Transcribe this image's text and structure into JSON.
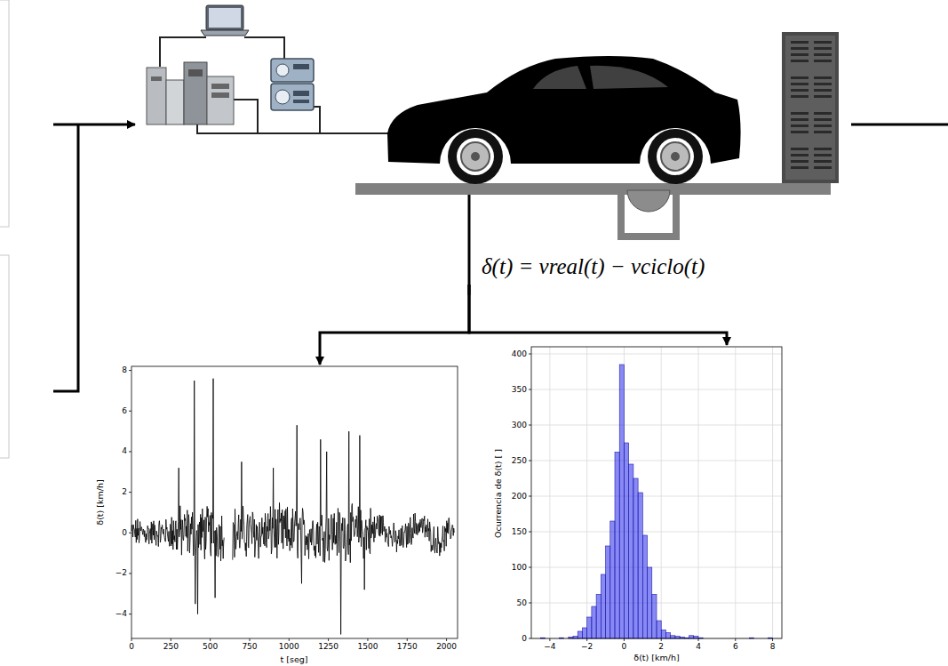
{
  "diagram": {
    "nodes": [
      {
        "text": [
          "δ(t) = vreal(t) − vciclo(t)"
        ]
      },
      {
        "text": [
          "δ(t) [km/h]",
          "t [seg]"
        ]
      },
      {
        "text": [
          "Ocurrencia de δ(t) [ ]",
          "δ(t) [km/h]"
        ]
      }
    ],
    "edges": [
      {
        "from": 0,
        "to": 1,
        "arrow": "to"
      },
      {
        "from": 0,
        "to": 2,
        "arrow": "to"
      }
    ],
    "labels": [
      "−4",
      "−2",
      "0",
      "2",
      "4",
      "6",
      "8",
      "0",
      "250",
      "500",
      "750",
      "1000",
      "1250",
      "1500",
      "1750",
      "2000",
      "0",
      "50",
      "100",
      "150",
      "200",
      "250",
      "300",
      "350",
      "400",
      "−4",
      "−2",
      "0",
      "2",
      "4",
      "6",
      "8"
    ]
  }
}
